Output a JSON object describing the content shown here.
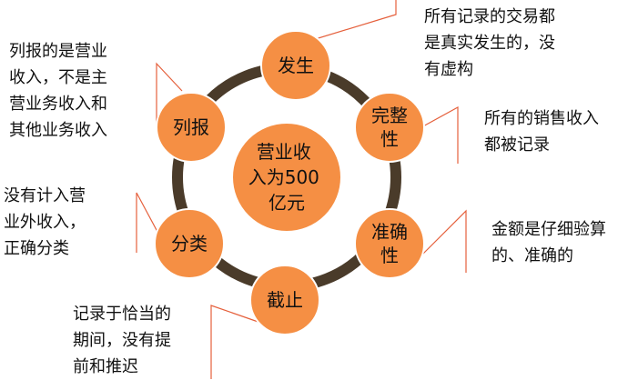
{
  "colors": {
    "ring": "#4a3b2a",
    "node_fill": "#f58f44",
    "node_stroke": "#ffffff",
    "connector": "#e5603c"
  },
  "center": {
    "label": "营业收\n入为500\n亿元"
  },
  "nodes": [
    {
      "id": "occurrence",
      "label": "发生"
    },
    {
      "id": "completeness",
      "label": "完整\n性"
    },
    {
      "id": "accuracy",
      "label": "准确\n性"
    },
    {
      "id": "cutoff",
      "label": "截止"
    },
    {
      "id": "classification",
      "label": "分类"
    },
    {
      "id": "presentation",
      "label": "列报"
    }
  ],
  "notes": {
    "occurrence": "所有记录的交易都\n是真实发生的，没\n有虚构",
    "completeness": "所有的销售收入\n都被记录",
    "accuracy": "金额是仔细验算\n的、准确的",
    "cutoff": "记录于恰当的\n期间，没有提\n前和推迟",
    "classification": "没有计入营\n业外收入，\n正确分类",
    "presentation": "列报的是营业\n收入，不是主\n营业务收入和\n其他业务收入"
  }
}
